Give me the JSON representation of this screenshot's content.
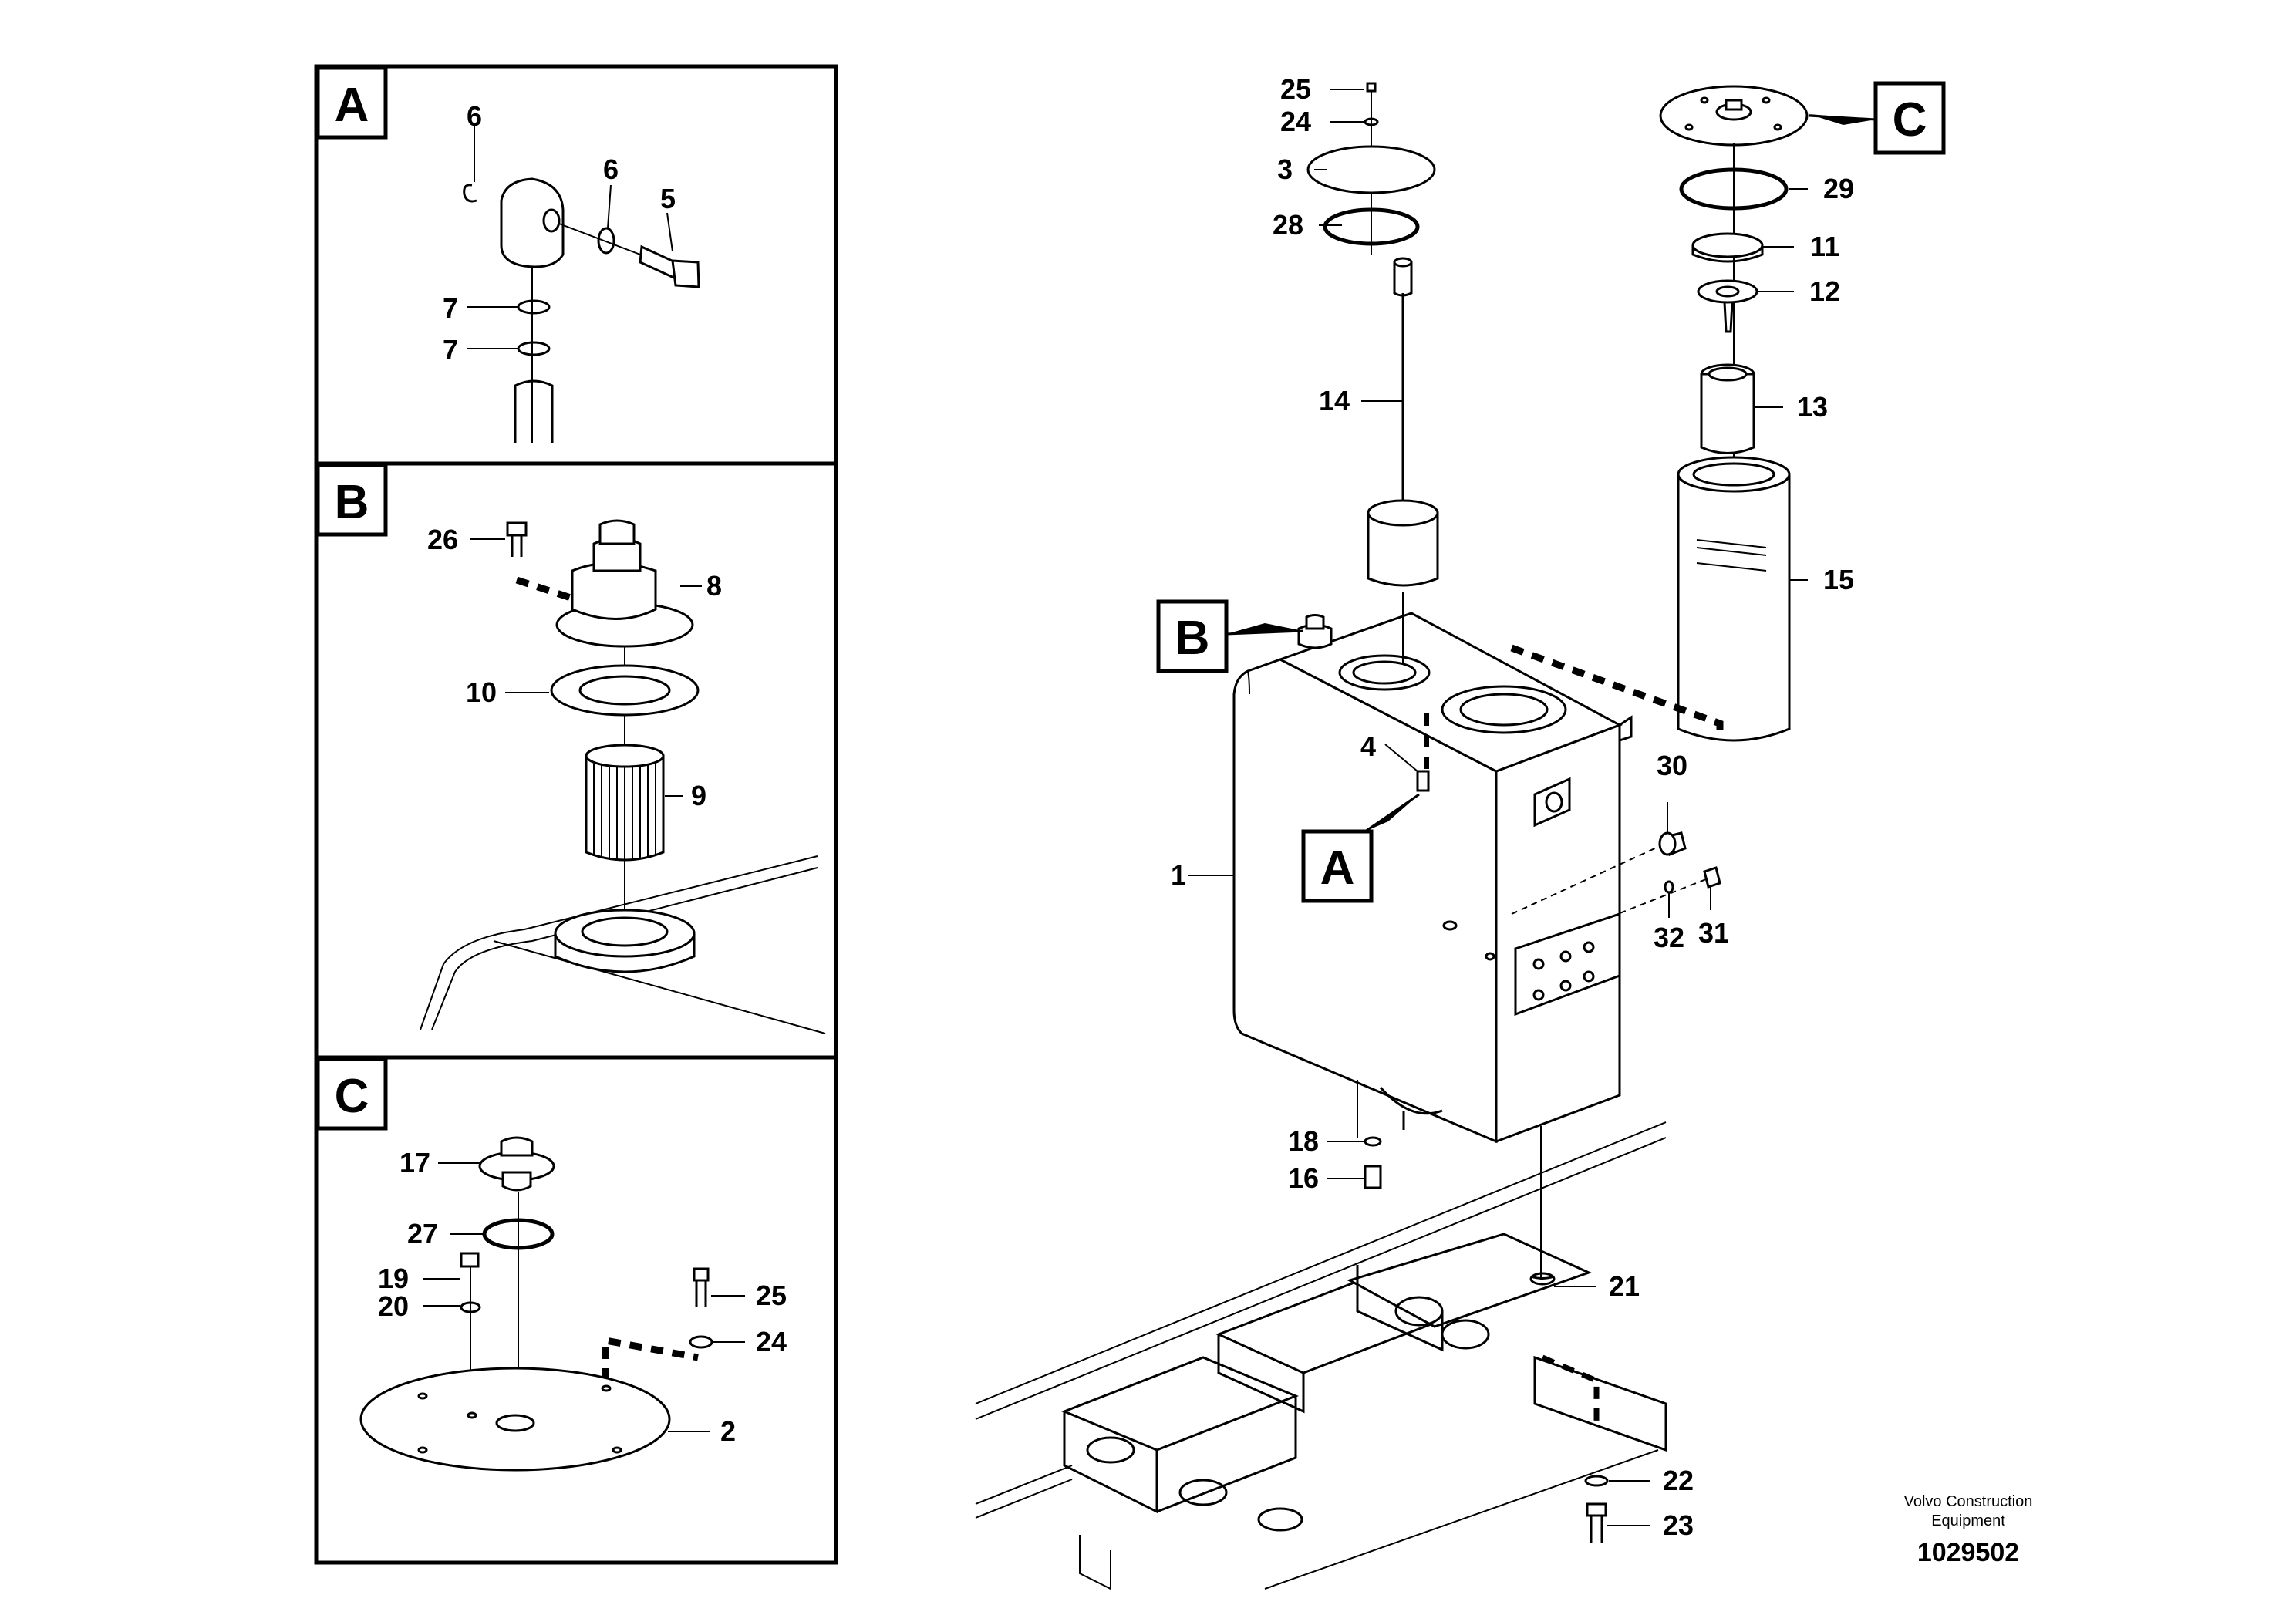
{
  "panels": {
    "a": {
      "letter": "A"
    },
    "b": {
      "letter": "B"
    },
    "c": {
      "letter": "C"
    }
  },
  "callouts": {
    "b": "B",
    "a": "A",
    "c": "C"
  },
  "parts": {
    "p1": "1",
    "p2": "2",
    "p3": "3",
    "p4": "4",
    "p5": "5",
    "p6a": "6",
    "p6b": "6",
    "p7a": "7",
    "p7b": "7",
    "p8": "8",
    "p9": "9",
    "p10": "10",
    "p11": "11",
    "p12": "12",
    "p13": "13",
    "p14": "14",
    "p15": "15",
    "p16": "16",
    "p17": "17",
    "p18": "18",
    "p19": "19",
    "p20": "20",
    "p21": "21",
    "p22": "22",
    "p23": "23",
    "p24a": "24",
    "p24b": "24",
    "p25a": "25",
    "p25b": "25",
    "p26": "26",
    "p27": "27",
    "p28": "28",
    "p29": "29",
    "p30": "30",
    "p31": "31",
    "p32": "32"
  },
  "footer": {
    "company_line1": "Volvo Construction",
    "company_line2": "Equipment",
    "drawing_number": "1029502"
  }
}
